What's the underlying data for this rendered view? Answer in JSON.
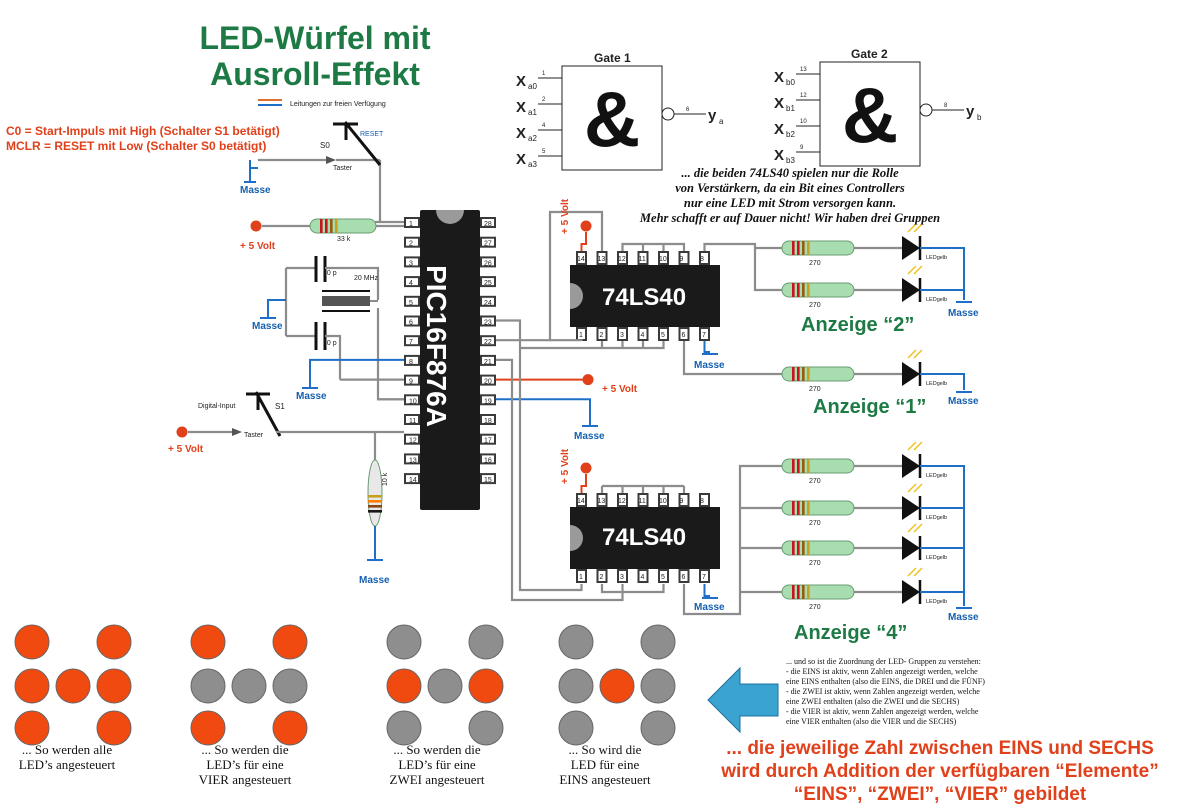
{
  "title_line1": "LED-Würfel mit",
  "title_line2": "Ausroll-Effekt",
  "legend_text": "Leitungen zur freien Verfügung",
  "notes": {
    "c0": "C0 = Start-Impuls mit High (Schalter S1 betätigt)",
    "mclr": "MCLR = RESET mit Low (Schalter S0 betätigt)"
  },
  "switches": {
    "s0": "S0",
    "reset": "RESET",
    "taster": "Taster",
    "s1": "S1",
    "digital_input": "Digital-Input"
  },
  "labels": {
    "masse": "Masse",
    "plus5": "+ 5 Volt",
    "r33k": "33 k",
    "r10k": "10 k",
    "c20p": "20 p",
    "crystal": "20 MHz",
    "r270": "270",
    "led": "LEDgelb"
  },
  "mcu": {
    "name": "PIC16F876A",
    "left_pins": [
      "1",
      "2",
      "3",
      "4",
      "5",
      "6",
      "7",
      "8",
      "9",
      "10",
      "11",
      "12",
      "13",
      "14"
    ],
    "right_pins": [
      "28",
      "27",
      "26",
      "25",
      "24",
      "23",
      "22",
      "21",
      "20",
      "19",
      "18",
      "17",
      "16",
      "15"
    ]
  },
  "ic_name": "74LS40",
  "ic_top_pins": [
    "14",
    "13",
    "12",
    "11",
    "10",
    "9",
    "8"
  ],
  "ic_bottom_pins": [
    "1",
    "2",
    "3",
    "4",
    "5",
    "6",
    "7"
  ],
  "gates": [
    {
      "title": "Gate 1",
      "inputs": [
        [
          "X",
          "a0",
          "1"
        ],
        [
          "X",
          "a1",
          "2"
        ],
        [
          "X",
          "a2",
          "4"
        ],
        [
          "X",
          "a3",
          "5"
        ]
      ],
      "out_pin": "6",
      "out": "y",
      "out_sub": "a"
    },
    {
      "title": "Gate 2",
      "inputs": [
        [
          "X",
          "b0",
          "13"
        ],
        [
          "X",
          "b1",
          "12"
        ],
        [
          "X",
          "b2",
          "10"
        ],
        [
          "X",
          "b3",
          "9"
        ]
      ],
      "out_pin": "8",
      "out": "y",
      "out_sub": "b"
    }
  ],
  "gate_symbol": "&",
  "description": [
    "... die beiden 74LS40 spielen nur die Rolle",
    "von Verstärkern, da ein Bit eines Controllers",
    "nur eine LED mit Strom versorgen kann.",
    "Mehr schafft er auf Dauer nicht! Wir haben drei Gruppen"
  ],
  "anzeige": {
    "a2": "Anzeige “2”",
    "a1": "Anzeige “1”",
    "a4": "Anzeige “4”"
  },
  "legend_paragraph": [
    "... und so ist die Zuordnung der LED- Gruppen zu verstehen:",
    "- die EINS ist aktiv, wenn Zahlen angezeigt werden, welche",
    "  eine EINS enthalten (also die EINS, die DREI und die FÜNF)",
    "- die ZWEI ist aktiv, wenn Zahlen angezeigt werden, welche",
    "  eine ZWEI enthalten (also die ZWEI und die SECHS)",
    "- die VIER ist aktiv, wenn Zahlen angezeigt werden, welche",
    "  eine VIER enthalten (also die VIER und die SECHS)"
  ],
  "bottom_message": [
    "... die jeweilige Zahl zwischen EINS und SECHS",
    "wird durch Addition der verfügbaren “Elemente”",
    "“EINS”, “ZWEI”, “VIER” gebildet"
  ],
  "dice": [
    {
      "caption": [
        "... So werden alle",
        "LED’s angesteuert"
      ],
      "on": [
        1,
        1,
        1,
        1,
        1,
        1,
        1,
        1,
        1
      ]
    },
    {
      "caption": [
        "... So werden die",
        "LED’s für eine",
        "VIER angesteuert"
      ],
      "on": [
        1,
        0,
        1,
        0,
        0,
        0,
        1,
        0,
        1
      ]
    },
    {
      "caption": [
        "... So werden die",
        "LED’s für eine",
        "ZWEI angesteuert"
      ],
      "on": [
        0,
        0,
        0,
        1,
        0,
        1,
        0,
        0,
        0
      ]
    },
    {
      "caption": [
        "... So wird die",
        "LED für eine",
        "EINS angesteuert"
      ],
      "on": [
        0,
        0,
        0,
        0,
        1,
        0,
        0,
        0,
        0
      ]
    }
  ],
  "colors": {
    "led_on": "#f04a10",
    "led_off": "#8e8e8e",
    "wire": "#8c8c8c",
    "wire_blue": "#1d6fc8",
    "wire_red": "#e0401a",
    "green": "#1e7a45"
  }
}
